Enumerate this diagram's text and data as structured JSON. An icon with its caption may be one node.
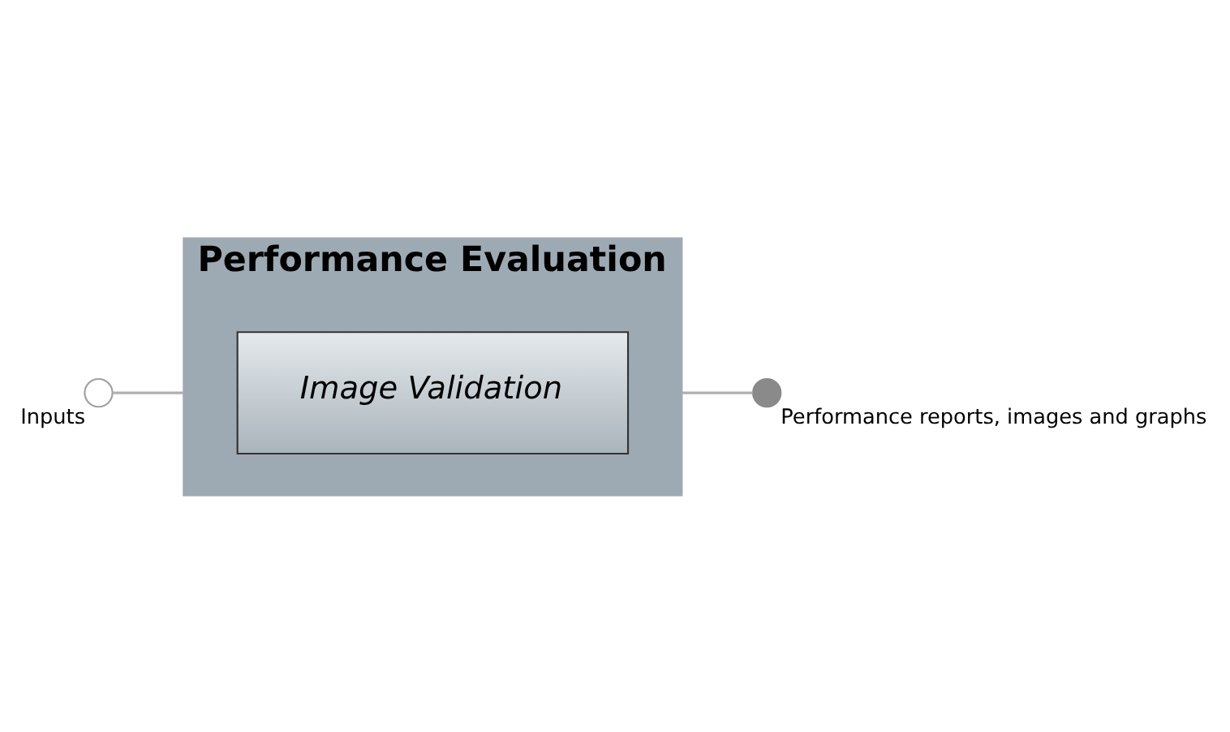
{
  "diagram": {
    "nodes": [
      {
        "text": [
          "Performance Evaluation"
        ]
      },
      {
        "text": [
          "Image Validation"
        ],
        "in": 0
      },
      {
        "text": [],
        "shape": "circle",
        "beside": [
          "Performance reports, images and graphs"
        ]
      },
      {
        "text": [],
        "shape": "circle",
        "beside": [
          "Inputs"
        ]
      }
    ],
    "edges": [
      {
        "from": 0,
        "to": 2,
        "arrow": "none"
      },
      {
        "from": 3,
        "to": 0,
        "arrow": "none"
      }
    ]
  }
}
